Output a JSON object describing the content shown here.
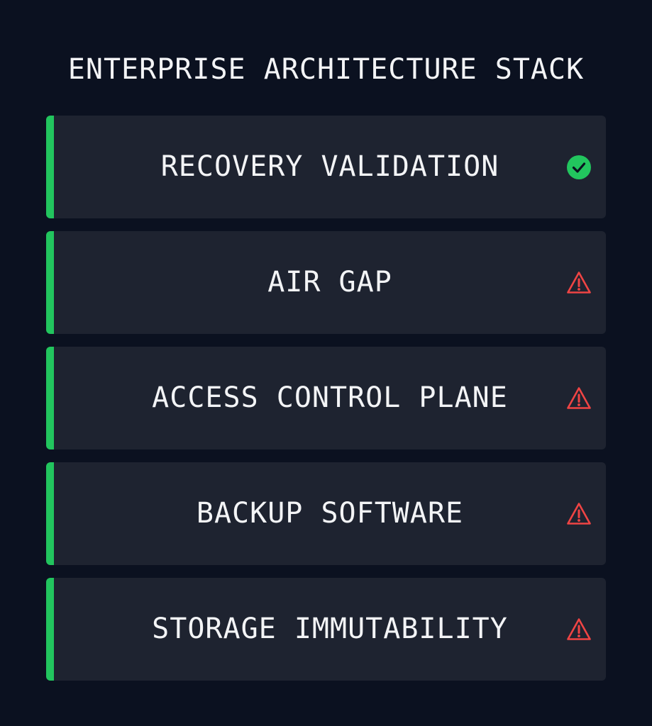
{
  "title": "ENTERPRISE ARCHITECTURE STACK",
  "colors": {
    "background": "#0b1120",
    "card": "#1e2330",
    "accent_bar": "#22c55e",
    "ok": "#22c55e",
    "warning": "#ef4444",
    "text": "#f3f4f6"
  },
  "layers": [
    {
      "label": "RECOVERY VALIDATION",
      "status": "ok",
      "icon": "check-circle-icon"
    },
    {
      "label": "AIR GAP",
      "status": "warning",
      "icon": "warning-triangle-icon"
    },
    {
      "label": "ACCESS CONTROL PLANE",
      "status": "warning",
      "icon": "warning-triangle-icon"
    },
    {
      "label": "BACKUP SOFTWARE",
      "status": "warning",
      "icon": "warning-triangle-icon"
    },
    {
      "label": "STORAGE IMMUTABILITY",
      "status": "warning",
      "icon": "warning-triangle-icon"
    }
  ]
}
